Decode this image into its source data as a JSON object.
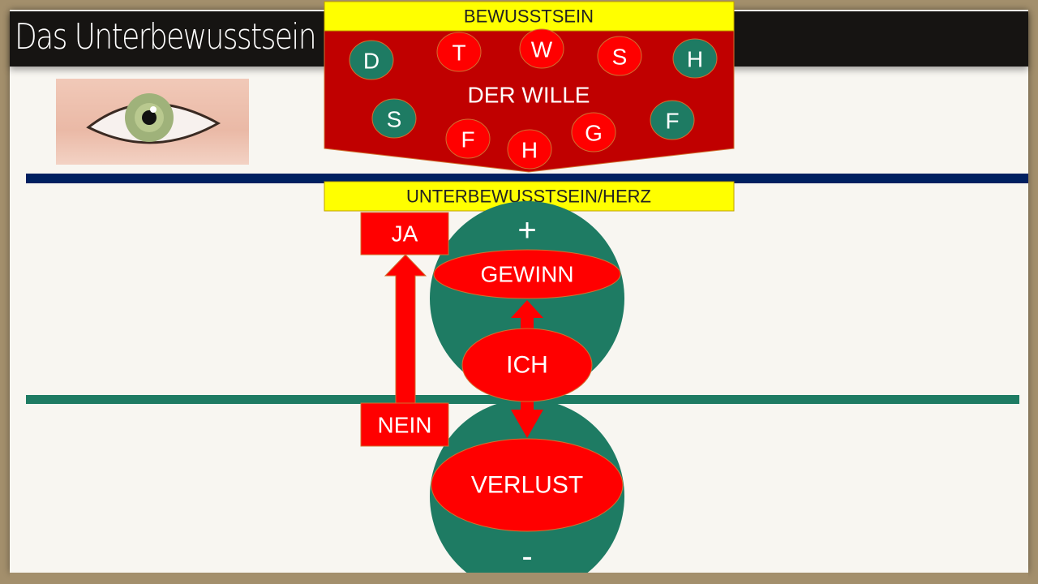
{
  "title": "Das Unterbewusstsein",
  "top_label": "BEWUSSTSEIN",
  "will_label": "DER WILLE",
  "will_letters": [
    {
      "letter": "D",
      "color": "green"
    },
    {
      "letter": "T",
      "color": "red"
    },
    {
      "letter": "W",
      "color": "red"
    },
    {
      "letter": "S",
      "color": "red"
    },
    {
      "letter": "H",
      "color": "green"
    },
    {
      "letter": "S",
      "color": "green"
    },
    {
      "letter": "F",
      "color": "red"
    },
    {
      "letter": "H",
      "color": "red"
    },
    {
      "letter": "G",
      "color": "red"
    },
    {
      "letter": "F",
      "color": "green"
    }
  ],
  "sub_label": "UNTERBEWUSSTSEIN/HERZ",
  "ja": "JA",
  "nein": "NEIN",
  "plus": "+",
  "minus": "-",
  "gewinn": "GEWINN",
  "ich": "ICH",
  "verlust": "VERLUST",
  "colors": {
    "red": "#ff0000",
    "dark_red": "#c00000",
    "green": "#1e7b63",
    "yellow": "#ffff00",
    "navy": "#002060"
  }
}
